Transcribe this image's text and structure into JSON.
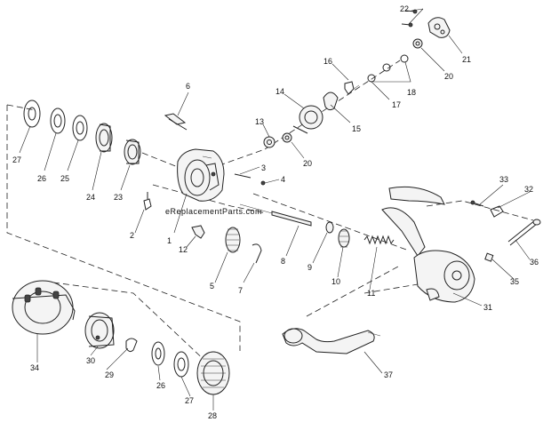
{
  "watermark": "eReplacementParts.com",
  "parts": [
    {
      "id": "p22",
      "num": "22"
    },
    {
      "id": "p21",
      "num": "21"
    },
    {
      "id": "p20a",
      "num": "20"
    },
    {
      "id": "p16",
      "num": "16"
    },
    {
      "id": "p18",
      "num": "18"
    },
    {
      "id": "p17",
      "num": "17"
    },
    {
      "id": "p14",
      "num": "14"
    },
    {
      "id": "p15",
      "num": "15"
    },
    {
      "id": "p13",
      "num": "13"
    },
    {
      "id": "p20b",
      "num": "20"
    },
    {
      "id": "p6",
      "num": "6"
    },
    {
      "id": "p3",
      "num": "3"
    },
    {
      "id": "p4",
      "num": "4"
    },
    {
      "id": "p27a",
      "num": "27"
    },
    {
      "id": "p26a",
      "num": "26"
    },
    {
      "id": "p25a",
      "num": "25"
    },
    {
      "id": "p24",
      "num": "24"
    },
    {
      "id": "p23",
      "num": "23"
    },
    {
      "id": "p2",
      "num": "2"
    },
    {
      "id": "p1",
      "num": "1"
    },
    {
      "id": "p12",
      "num": "12"
    },
    {
      "id": "p5",
      "num": "5"
    },
    {
      "id": "p7",
      "num": "7"
    },
    {
      "id": "p8",
      "num": "8"
    },
    {
      "id": "p9",
      "num": "9"
    },
    {
      "id": "p10",
      "num": "10"
    },
    {
      "id": "p11",
      "num": "11"
    },
    {
      "id": "p33",
      "num": "33"
    },
    {
      "id": "p32",
      "num": "32"
    },
    {
      "id": "p36",
      "num": "36"
    },
    {
      "id": "p35",
      "num": "35"
    },
    {
      "id": "p31",
      "num": "31"
    },
    {
      "id": "p37",
      "num": "37"
    },
    {
      "id": "p34",
      "num": "34"
    },
    {
      "id": "p30",
      "num": "30"
    },
    {
      "id": "p29",
      "num": "29"
    },
    {
      "id": "p26b",
      "num": "26"
    },
    {
      "id": "p27b",
      "num": "27"
    },
    {
      "id": "p28",
      "num": "28"
    }
  ]
}
